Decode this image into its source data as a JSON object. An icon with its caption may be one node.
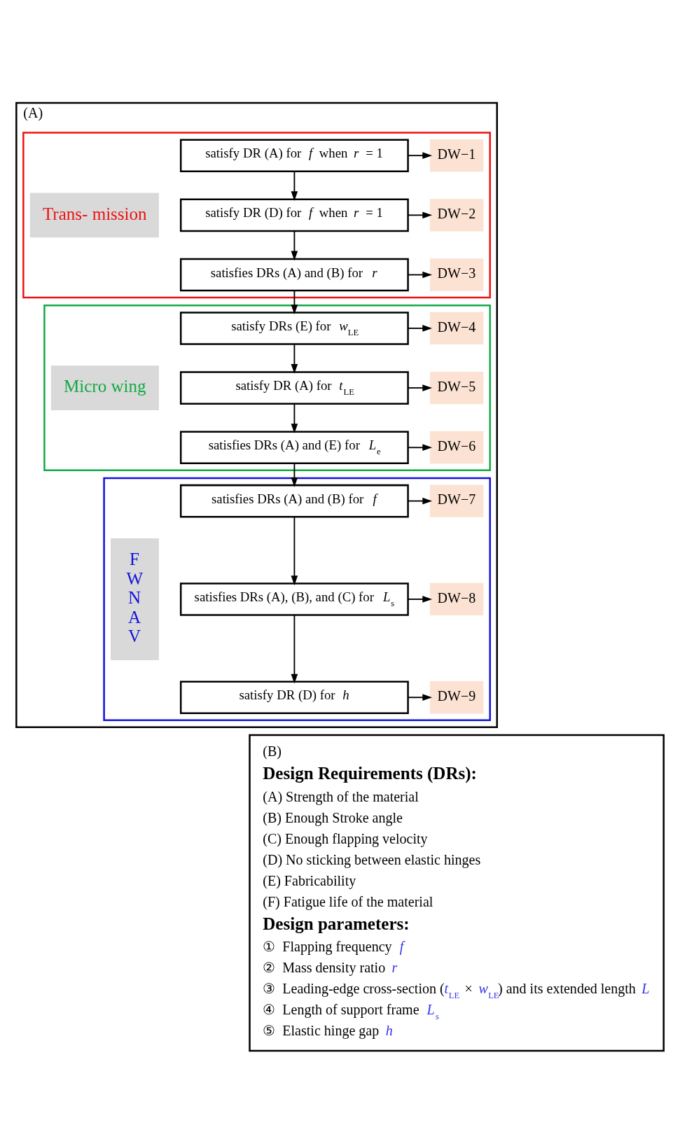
{
  "diagram": {
    "nodes": [
      {
        "text": [
          "(A)"
        ]
      },
      {
        "text": [],
        "shape": "box",
        "in": 0
      },
      {
        "text": [
          "Trans- mission"
        ],
        "in": 1
      },
      {
        "text": [
          "satisfy DR (A) for *f* when *r* = 1"
        ],
        "in": 1
      },
      {
        "text": [
          "DW−1"
        ],
        "in": 1
      },
      {
        "text": [
          "satisfy DR (D) for *f* when *r* = 1"
        ],
        "in": 1
      },
      {
        "text": [
          "DW−2"
        ],
        "in": 1
      },
      {
        "text": [
          "satisfies DRs (A) and (B) for *r*"
        ],
        "in": 1
      },
      {
        "text": [
          "DW−3"
        ],
        "in": 1
      },
      {
        "text": [],
        "shape": "box",
        "in": 0
      },
      {
        "text": [
          "Micro wing"
        ],
        "in": 9
      },
      {
        "text": [
          "satisfy DRs (E) for *w*$_{LE}$"
        ],
        "in": 9
      },
      {
        "text": [
          "DW−4"
        ],
        "in": 9
      },
      {
        "text": [
          "satisfy DR (A) for *t*$_{LE}$"
        ],
        "in": 9
      },
      {
        "text": [
          "DW−5"
        ],
        "in": 9
      },
      {
        "text": [
          "satisfies DRs (A) and (E) for *L*$_{e}$"
        ],
        "in": 9
      },
      {
        "text": [
          "DW−6"
        ],
        "in": 9
      },
      {
        "text": [],
        "shape": "box",
        "in": 0
      },
      {
        "text": [
          "F W N A V"
        ],
        "in": 17
      },
      {
        "text": [
          "satisfies DRs (A) and (B) for *f*"
        ],
        "in": 17
      },
      {
        "text": [
          "DW−7"
        ],
        "in": 17
      },
      {
        "text": [
          "satisfies DRs (A), (B), and (C) for *L*$_{s}$"
        ],
        "in": 17
      },
      {
        "text": [
          "DW−8"
        ],
        "in": 17
      },
      {
        "text": [
          "satisfy DR (D) for *h*"
        ],
        "in": 17
      },
      {
        "text": [
          "DW−9"
        ],
        "in": 17
      },
      {
        "text": [
          "(B)",
          "Design Requirements (DRs):",
          "(A) Strength of the material",
          "(B) Enough Stroke angle",
          "(C) Enough flapping velocity",
          "(D) No sticking between elastic hinges",
          "(E) Fabricability",
          "(F) Fatigue life of the material",
          "Design parameters:",
          "①  Flapping frequency *f*",
          "②  Mass density ratio *r*",
          "③  Leading-edge cross-section (*t*$_{LE}$ × *w*$_{LE}$) and its extended length *L*",
          "④  Length of support frame *L*$_{s}$",
          "⑤  Elastic hinge gap *h*"
        ]
      }
    ],
    "edges": [
      {
        "from": 3,
        "to": 4,
        "arrow": "to"
      },
      {
        "from": 3,
        "to": 5,
        "arrow": "to"
      },
      {
        "from": 5,
        "to": 6,
        "arrow": "to"
      },
      {
        "from": 5,
        "to": 7,
        "arrow": "to"
      },
      {
        "from": 7,
        "to": 8,
        "arrow": "to"
      },
      {
        "from": 7,
        "to": 11,
        "arrow": "to"
      },
      {
        "from": 11,
        "to": 12,
        "arrow": "to"
      },
      {
        "from": 11,
        "to": 13,
        "arrow": "to"
      },
      {
        "from": 13,
        "to": 14,
        "arrow": "to"
      },
      {
        "from": 13,
        "to": 15,
        "arrow": "to"
      },
      {
        "from": 15,
        "to": 16,
        "arrow": "to"
      },
      {
        "from": 15,
        "to": 19,
        "arrow": "to"
      },
      {
        "from": 19,
        "to": 20,
        "arrow": "to"
      },
      {
        "from": 19,
        "to": 21,
        "arrow": "to"
      },
      {
        "from": 21,
        "to": 22,
        "arrow": "to"
      },
      {
        "from": 21,
        "to": 23,
        "arrow": "to"
      },
      {
        "from": 23,
        "to": 24,
        "arrow": "to"
      }
    ]
  }
}
